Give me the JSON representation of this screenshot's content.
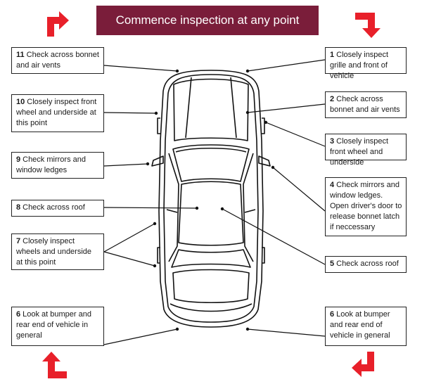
{
  "banner": {
    "text": "Commence inspection at any point"
  },
  "colors": {
    "banner_bg": "#7a1d3a",
    "arrow": "#e8202a"
  },
  "steps": [
    {
      "num": "1",
      "text": "Closely inspect grille and front of vehicle"
    },
    {
      "num": "2",
      "text": "Check across bonnet and air vents"
    },
    {
      "num": "3",
      "text": "Closely inspect front wheel and underside"
    },
    {
      "num": "4",
      "text": "Check mirrors and window ledges. Open driver's door to release bonnet latch if neccessary"
    },
    {
      "num": "5",
      "text": "Check across roof"
    },
    {
      "num": "6",
      "text": "Look at bumper and rear end of vehicle in general"
    },
    {
      "num": "6",
      "text": "Look at bumper and rear end of vehicle in general"
    },
    {
      "num": "7",
      "text": "Closely inspect wheels and underside at this point"
    },
    {
      "num": "8",
      "text": "Check across roof"
    },
    {
      "num": "9",
      "text": "Check mirrors and window ledges"
    },
    {
      "num": "10",
      "text": "Closely inspect front wheel and underside at this point"
    },
    {
      "num": "11",
      "text": "Check across bonnet and air vents"
    }
  ]
}
